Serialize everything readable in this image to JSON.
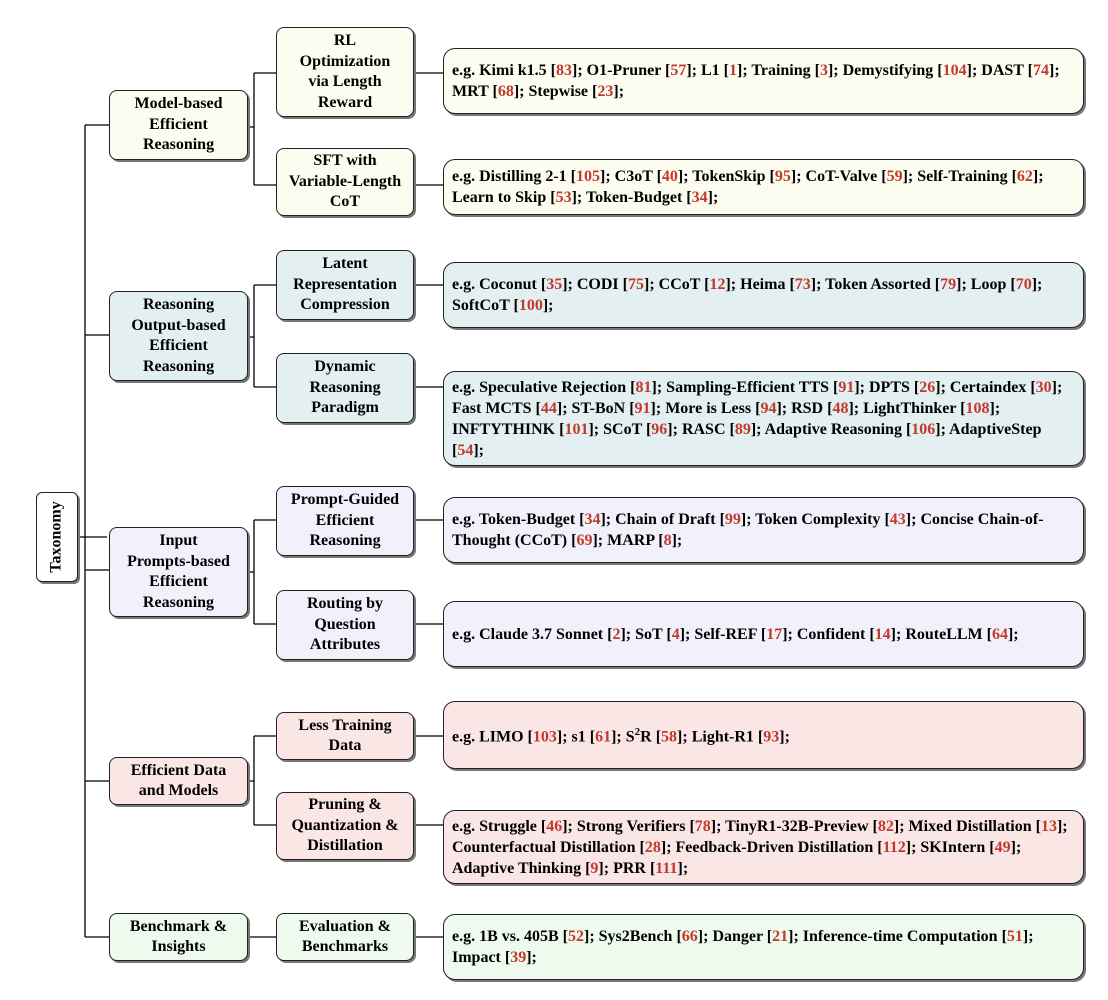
{
  "root": {
    "label": "Taxonomy"
  },
  "categories": [
    {
      "label": "Model-based Efficient Reasoning",
      "lines": [
        "Model-based",
        "Efficient",
        "Reasoning"
      ],
      "subs": [
        {
          "lines": [
            "RL",
            "Optimization",
            "via Length",
            "Reward"
          ],
          "leaf": [
            {
              "t": "e.g. Kimi k1.5 ["
            },
            {
              "c": "83"
            },
            {
              "t": "]; O1-Pruner ["
            },
            {
              "c": "57"
            },
            {
              "t": "]; L1 ["
            },
            {
              "c": "1"
            },
            {
              "t": "]; Training ["
            },
            {
              "c": "3"
            },
            {
              "t": "]; Demystifying ["
            },
            {
              "c": "104"
            },
            {
              "t": "]; DAST ["
            },
            {
              "c": "74"
            },
            {
              "t": "]; MRT ["
            },
            {
              "c": "68"
            },
            {
              "t": "]; Stepwise ["
            },
            {
              "c": "23"
            },
            {
              "t": "];"
            }
          ]
        },
        {
          "lines": [
            "SFT with",
            "Variable-Length",
            "CoT"
          ],
          "leaf": [
            {
              "t": "e.g. Distilling 2-1 ["
            },
            {
              "c": "105"
            },
            {
              "t": "]; C3oT ["
            },
            {
              "c": "40"
            },
            {
              "t": "]; TokenSkip ["
            },
            {
              "c": "95"
            },
            {
              "t": "]; CoT-Valve ["
            },
            {
              "c": "59"
            },
            {
              "t": "]; Self-Training ["
            },
            {
              "c": "62"
            },
            {
              "t": "]; Learn to Skip ["
            },
            {
              "c": "53"
            },
            {
              "t": "]; Token-Budget ["
            },
            {
              "c": "34"
            },
            {
              "t": "];"
            }
          ]
        }
      ]
    },
    {
      "lines": [
        "Reasoning",
        "Output-based",
        "Efficient",
        "Reasoning"
      ],
      "subs": [
        {
          "lines": [
            "Latent",
            "Representation",
            "Compression"
          ],
          "leaf": [
            {
              "t": "e.g. Coconut ["
            },
            {
              "c": "35"
            },
            {
              "t": "]; CODI ["
            },
            {
              "c": "75"
            },
            {
              "t": "]; CCoT ["
            },
            {
              "c": "12"
            },
            {
              "t": "]; Heima ["
            },
            {
              "c": "73"
            },
            {
              "t": "]; Token Assorted ["
            },
            {
              "c": "79"
            },
            {
              "t": "]; Loop ["
            },
            {
              "c": "70"
            },
            {
              "t": "]; SoftCoT ["
            },
            {
              "c": "100"
            },
            {
              "t": "];"
            }
          ]
        },
        {
          "lines": [
            "Dynamic",
            "Reasoning",
            "Paradigm"
          ],
          "leaf": [
            {
              "t": "e.g. Speculative Rejection ["
            },
            {
              "c": "81"
            },
            {
              "t": "]; Sampling-Efficient TTS ["
            },
            {
              "c": "91"
            },
            {
              "t": "]; DPTS ["
            },
            {
              "c": "26"
            },
            {
              "t": "]; Certaindex ["
            },
            {
              "c": "30"
            },
            {
              "t": "]; Fast MCTS ["
            },
            {
              "c": "44"
            },
            {
              "t": "]; ST-BoN ["
            },
            {
              "c": "91"
            },
            {
              "t": "]; More is Less ["
            },
            {
              "c": "94"
            },
            {
              "t": "]; RSD ["
            },
            {
              "c": "48"
            },
            {
              "t": "]; LightThinker ["
            },
            {
              "c": "108"
            },
            {
              "t": "]; INFTYTHINK ["
            },
            {
              "c": "101"
            },
            {
              "t": "]; SCoT ["
            },
            {
              "c": "96"
            },
            {
              "t": "]; RASC ["
            },
            {
              "c": "89"
            },
            {
              "t": "]; Adaptive Reasoning ["
            },
            {
              "c": "106"
            },
            {
              "t": "]; AdaptiveStep ["
            },
            {
              "c": "54"
            },
            {
              "t": "];"
            }
          ]
        }
      ]
    },
    {
      "lines": [
        "Input",
        "Prompts-based",
        "Efficient",
        "Reasoning"
      ],
      "subs": [
        {
          "lines": [
            "Prompt-Guided",
            "Efficient",
            "Reasoning"
          ],
          "leaf": [
            {
              "t": "e.g. Token-Budget ["
            },
            {
              "c": "34"
            },
            {
              "t": "]; Chain of Draft ["
            },
            {
              "c": "99"
            },
            {
              "t": "]; Token Complexity ["
            },
            {
              "c": "43"
            },
            {
              "t": "]; Concise Chain-of-Thought (CCoT) ["
            },
            {
              "c": "69"
            },
            {
              "t": "]; MARP ["
            },
            {
              "c": "8"
            },
            {
              "t": "];"
            }
          ]
        },
        {
          "lines": [
            "Routing by",
            "Question",
            "Attributes"
          ],
          "leaf": [
            {
              "t": "e.g. Claude 3.7 Sonnet ["
            },
            {
              "c": "2"
            },
            {
              "t": "]; SoT ["
            },
            {
              "c": "4"
            },
            {
              "t": "]; Self-REF ["
            },
            {
              "c": "17"
            },
            {
              "t": "]; Confident ["
            },
            {
              "c": "14"
            },
            {
              "t": "]; RouteLLM ["
            },
            {
              "c": "64"
            },
            {
              "t": "];"
            }
          ]
        }
      ]
    },
    {
      "lines": [
        "Efficient Data",
        "and Models"
      ],
      "subs": [
        {
          "lines": [
            "Less Training",
            "Data"
          ],
          "leaf": [
            {
              "t": "e.g. LIMO ["
            },
            {
              "c": "103"
            },
            {
              "t": "]; s1 ["
            },
            {
              "c": "61"
            },
            {
              "t": "]; S"
            },
            {
              "sup": "2"
            },
            {
              "t": "R ["
            },
            {
              "c": "58"
            },
            {
              "t": "]; Light-R1 ["
            },
            {
              "c": "93"
            },
            {
              "t": "];"
            }
          ]
        },
        {
          "lines": [
            "Pruning &",
            "Quantization &",
            "Distillation"
          ],
          "leaf": [
            {
              "t": "e.g. Struggle ["
            },
            {
              "c": "46"
            },
            {
              "t": "]; Strong Verifiers ["
            },
            {
              "c": "78"
            },
            {
              "t": "]; TinyR1-32B-Preview ["
            },
            {
              "c": "82"
            },
            {
              "t": "]; Mixed Distillation ["
            },
            {
              "c": "13"
            },
            {
              "t": "]; Counterfactual Distillation ["
            },
            {
              "c": "28"
            },
            {
              "t": "]; Feedback-Driven Distillation ["
            },
            {
              "c": "112"
            },
            {
              "t": "]; SKIntern ["
            },
            {
              "c": "49"
            },
            {
              "t": "]; Adaptive Thinking ["
            },
            {
              "c": "9"
            },
            {
              "t": "]; PRR ["
            },
            {
              "c": "111"
            },
            {
              "t": "];"
            }
          ]
        }
      ]
    },
    {
      "lines": [
        "Benchmark &",
        "Insights"
      ],
      "subs": [
        {
          "lines": [
            "Evaluation &",
            "Benchmarks"
          ],
          "leaf": [
            {
              "t": "e.g. 1B vs. 405B ["
            },
            {
              "c": "52"
            },
            {
              "t": "]; Sys2Bench ["
            },
            {
              "c": "66"
            },
            {
              "t": "]; Danger ["
            },
            {
              "c": "21"
            },
            {
              "t": "]; Inference-time Computation ["
            },
            {
              "c": "51"
            },
            {
              "t": "]; Impact ["
            },
            {
              "c": "39"
            },
            {
              "t": "];"
            }
          ]
        }
      ]
    }
  ],
  "colors": {
    "yellow": "#fdfcf0",
    "teal": "#e3eff0",
    "lavender": "#f1f1fc",
    "pink": "#fbe6e6",
    "green": "#eefaee",
    "citation": "#c0392b"
  }
}
